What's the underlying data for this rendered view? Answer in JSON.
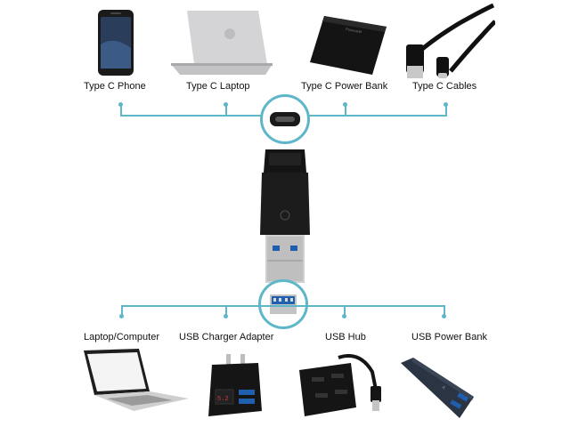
{
  "top_devices": [
    {
      "label": "Type C Phone",
      "icon": "phone-icon"
    },
    {
      "label": "Type C Laptop",
      "icon": "laptop-icon"
    },
    {
      "label": "Type C Power Bank",
      "icon": "power-bank-icon"
    },
    {
      "label": "Type C Cables",
      "icon": "usb-c-cable-icon"
    }
  ],
  "bottom_devices": [
    {
      "label": "Laptop/Computer",
      "icon": "laptop-icon"
    },
    {
      "label": "USB Charger Adapter",
      "icon": "charger-icon"
    },
    {
      "label": "USB Hub",
      "icon": "usb-hub-icon"
    },
    {
      "label": "USB Power Bank",
      "icon": "power-bank-icon"
    }
  ],
  "colors": {
    "connector_line": "#5fb6c9",
    "device_dark": "#1b1b1b",
    "metal": "#c8c8c8"
  }
}
